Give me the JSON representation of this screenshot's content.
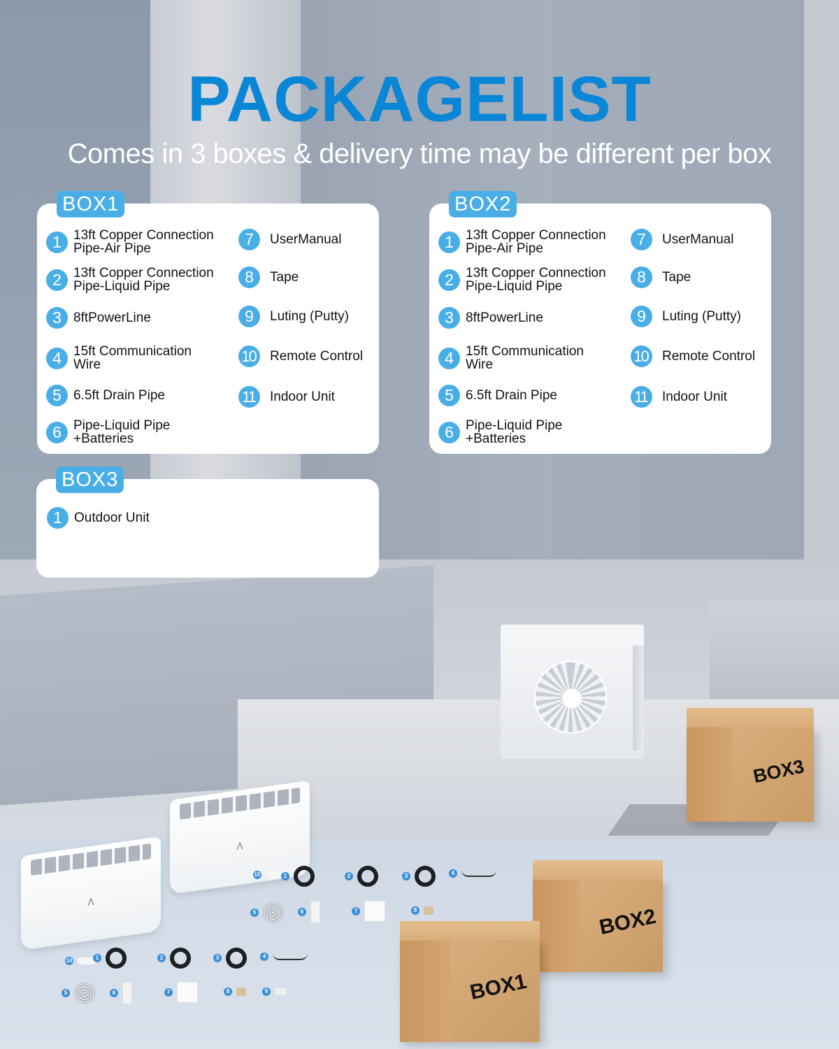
{
  "header": {
    "title": "PACKAGELIST",
    "subtitle": "Comes in 3 boxes & delivery time may be different per box"
  },
  "colors": {
    "title": "#0a86d6",
    "badge": "#4aaee6",
    "number_circle": "#4aaee6",
    "card_bg": "#ffffff"
  },
  "boxes": [
    {
      "label": "BOX1",
      "items": [
        {
          "num": "1",
          "line1": "13ft Copper Connection",
          "line2": "Pipe-Air Pipe"
        },
        {
          "num": "2",
          "line1": "13ft Copper Connection",
          "line2": "Pipe-Liquid Pipe"
        },
        {
          "num": "3",
          "line1": "8ftPowerLine",
          "line2": ""
        },
        {
          "num": "4",
          "line1": "15ft Communication",
          "line2": "Wire"
        },
        {
          "num": "5",
          "line1": "6.5ft Drain Pipe",
          "line2": ""
        },
        {
          "num": "6",
          "line1": "Pipe-Liquid Pipe",
          "line2": "+Batteries"
        },
        {
          "num": "7",
          "line1": "UserManual",
          "line2": ""
        },
        {
          "num": "8",
          "line1": "Tape",
          "line2": ""
        },
        {
          "num": "9",
          "line1": "Luting (Putty)",
          "line2": ""
        },
        {
          "num": "10",
          "line1": "Remote Control",
          "line2": ""
        },
        {
          "num": "11",
          "line1": "Indoor Unit",
          "line2": ""
        }
      ]
    },
    {
      "label": "BOX2",
      "items": [
        {
          "num": "1",
          "line1": "13ft Copper Connection",
          "line2": "Pipe-Air Pipe"
        },
        {
          "num": "2",
          "line1": "13ft Copper Connection",
          "line2": "Pipe-Liquid Pipe"
        },
        {
          "num": "3",
          "line1": "8ftPowerLine",
          "line2": ""
        },
        {
          "num": "4",
          "line1": "15ft Communication",
          "line2": "Wire"
        },
        {
          "num": "5",
          "line1": "6.5ft Drain Pipe",
          "line2": ""
        },
        {
          "num": "6",
          "line1": "Pipe-Liquid Pipe",
          "line2": "+Batteries"
        },
        {
          "num": "7",
          "line1": "UserManual",
          "line2": ""
        },
        {
          "num": "8",
          "line1": "Tape",
          "line2": ""
        },
        {
          "num": "9",
          "line1": "Luting (Putty)",
          "line2": ""
        },
        {
          "num": "10",
          "line1": "Remote Control",
          "line2": ""
        },
        {
          "num": "11",
          "line1": "Indoor Unit",
          "line2": ""
        }
      ]
    },
    {
      "label": "BOX3",
      "items": [
        {
          "num": "1",
          "line1": "Outdoor Unit",
          "line2": ""
        }
      ]
    }
  ],
  "illustration": {
    "carton_labels": [
      "BOX1",
      "BOX2",
      "BOX3"
    ],
    "accessory_markers": [
      "10",
      "1",
      "2",
      "3",
      "4",
      "5",
      "6",
      "7",
      "8",
      "9"
    ],
    "indoor_logo": "Λ"
  }
}
